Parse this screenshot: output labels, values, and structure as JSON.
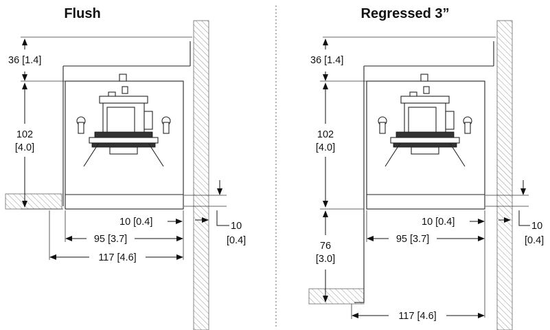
{
  "views": [
    {
      "title": "Flush",
      "dims": {
        "top_gap": "36 [1.4]",
        "height_line1": "102",
        "height_line2": "[4.0]",
        "lip_inner": "10 [0.4]",
        "inner_width": "95 [3.7]",
        "outer_width": "117 [4.6]",
        "wall_gap_line1": "10",
        "wall_gap_line2": "[0.4]"
      }
    },
    {
      "title": "Regressed 3”",
      "dims": {
        "top_gap": "36 [1.4]",
        "height_line1": "102",
        "height_line2": "[4.0]",
        "lip_inner": "10 [0.4]",
        "inner_width": "95 [3.7]",
        "outer_width": "117 [4.6]",
        "wall_gap_line1": "10",
        "wall_gap_line2": "[0.4]",
        "regress_line1": "76",
        "regress_line2": "[3.0]"
      }
    }
  ],
  "icons": [
    "fixture-section-icon",
    "wall-hatch-icon",
    "ceiling-hatch-icon"
  ]
}
